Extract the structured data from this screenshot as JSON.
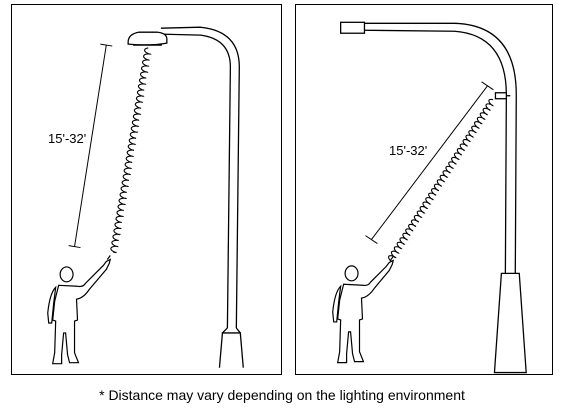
{
  "panels": [
    {
      "distance_label": "15'-32'"
    },
    {
      "distance_label": "15'-32'"
    }
  ],
  "footnote": "* Distance may vary depending on the lighting environment",
  "colors": {
    "line": "#000000",
    "background": "#ffffff"
  },
  "icons": [
    "street-light-icon",
    "person-pointing-icon",
    "sensor-beam-icon"
  ]
}
